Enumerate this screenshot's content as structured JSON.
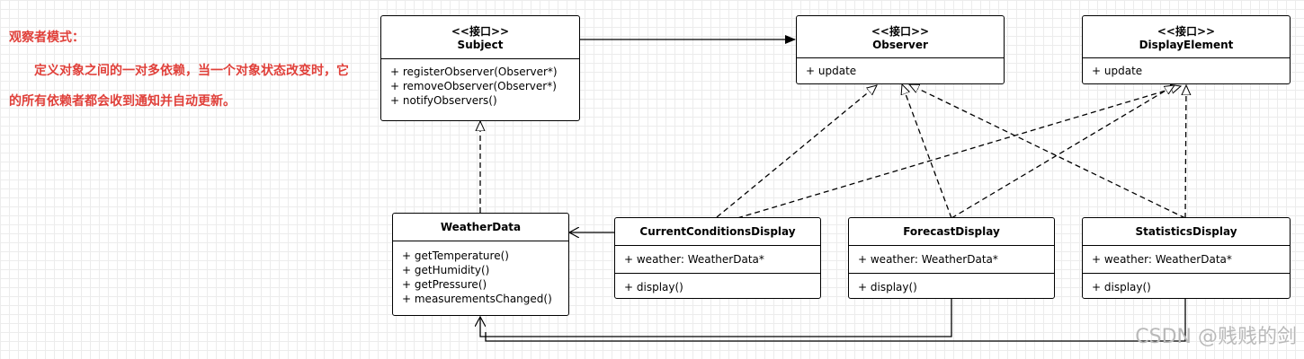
{
  "description": {
    "title": "观察者模式：",
    "body": "定义对象之间的一对多依赖，当一个对象状态改变时，它的所有依赖者都会收到通知并自动更新。"
  },
  "classes": {
    "subject": {
      "stereotype": "<<接口>>",
      "name": "Subject",
      "methods": [
        "+ registerObserver(Observer*)",
        "+ removeObserver(Observer*)",
        "+ notifyObservers()"
      ]
    },
    "observer": {
      "stereotype": "<<接口>>",
      "name": "Observer",
      "methods": [
        "+ update"
      ]
    },
    "display_element": {
      "stereotype": "<<接口>>",
      "name": "DisplayElement",
      "methods": [
        "+ update"
      ]
    },
    "weather_data": {
      "name": "WeatherData",
      "methods": [
        "+ getTemperature()",
        "+ getHumidity()",
        "+ getPressure()",
        "+ measurementsChanged()"
      ]
    },
    "current_conditions": {
      "name": "CurrentConditionsDisplay",
      "attributes": [
        "+ weather: WeatherData*"
      ],
      "methods": [
        "+ display()"
      ]
    },
    "forecast": {
      "name": "ForecastDisplay",
      "attributes": [
        "+ weather: WeatherData*"
      ],
      "methods": [
        "+ display()"
      ]
    },
    "statistics": {
      "name": "StatisticsDisplay",
      "attributes": [
        "+ weather: WeatherData*"
      ],
      "methods": [
        "+ display()"
      ]
    }
  },
  "relations": [
    {
      "from": "subject",
      "to": "observer",
      "kind": "association"
    },
    {
      "from": "weather_data",
      "to": "subject",
      "kind": "realization"
    },
    {
      "from": "current_conditions",
      "to": "observer",
      "kind": "realization"
    },
    {
      "from": "current_conditions",
      "to": "display_element",
      "kind": "realization"
    },
    {
      "from": "forecast",
      "to": "observer",
      "kind": "realization"
    },
    {
      "from": "forecast",
      "to": "display_element",
      "kind": "realization"
    },
    {
      "from": "statistics",
      "to": "observer",
      "kind": "realization"
    },
    {
      "from": "statistics",
      "to": "display_element",
      "kind": "realization"
    },
    {
      "from": "current_conditions",
      "to": "weather_data",
      "kind": "association"
    },
    {
      "from": "forecast",
      "to": "weather_data",
      "kind": "association"
    },
    {
      "from": "statistics",
      "to": "weather_data",
      "kind": "association"
    }
  ],
  "watermark": "CSDN @贱贱的剑"
}
